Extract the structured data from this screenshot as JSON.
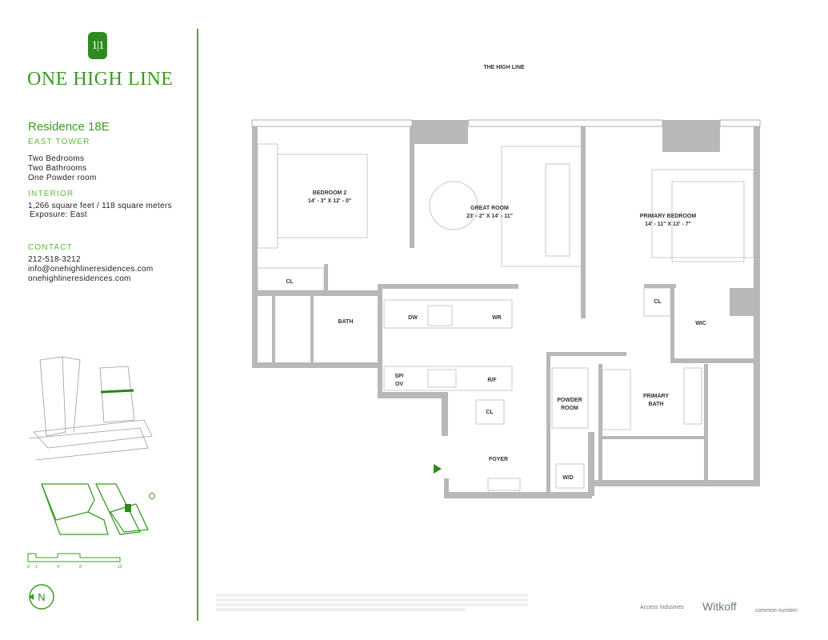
{
  "brand": {
    "name": "ONE HIGH LINE",
    "mark": "1|1"
  },
  "residence": {
    "title": "Residence 18E",
    "tower": "EAST TOWER",
    "features": [
      "Two Bedrooms",
      "Two Bathrooms",
      "One Powder room"
    ],
    "interior_heading": "INTERIOR",
    "area": "1,266 square feet / 118 square meters",
    "exposure": "Exposure: East",
    "contact_heading": "CONTACT",
    "phone": "212-518-3212",
    "email": "info@onehighlineresidences.com",
    "website": "onehighlineresidences.com"
  },
  "plan": {
    "top_label": "THE HIGH LINE",
    "rooms": {
      "bedroom2": {
        "name": "BEDROOM 2",
        "dims": "14' - 3\" X 12' - 0\""
      },
      "great_room": {
        "name": "GREAT ROOM",
        "dims": "23' - 2\" X 14' - 11\""
      },
      "primary_bedroom": {
        "name": "PRIMARY BEDROOM",
        "dims": "14' - 11\" X 13' - 7\""
      },
      "cl1": "CL",
      "bath": "BATH",
      "dw": "DW",
      "wr": "WR",
      "spov1": "SP/",
      "spov2": "OV",
      "rf": "R/F",
      "cl2": "CL",
      "powder1": "POWDER",
      "powder2": "ROOM",
      "foyer": "FOYER",
      "wd": "W/D",
      "cl3": "CL",
      "wic": "WIC",
      "pbath1": "PRIMARY",
      "pbath2": "BATH"
    }
  },
  "scale": {
    "ticks": [
      "0'",
      "1'",
      "4'",
      "8'",
      "12'"
    ]
  },
  "compass": "N",
  "partners": [
    "Access Industries",
    "Witkoff",
    "common number"
  ],
  "colors": {
    "brand_green": "#3a9a22",
    "wall_gray": "#b8b8b8"
  }
}
